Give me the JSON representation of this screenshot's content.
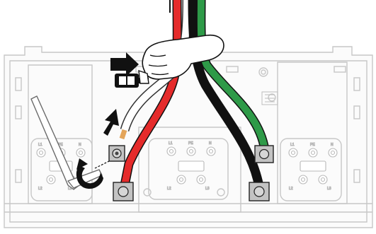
{
  "illustration": {
    "subject": "wiring-installation-diagram",
    "colors": {
      "background": "#ffffff",
      "housing_stroke": "#c7c7c7",
      "housing_fill": "#f7f7f7",
      "wire_red": "#e52b2b",
      "wire_white": "#ffffff",
      "wire_black": "#111111",
      "wire_green": "#2e9a48",
      "lug_fill": "#bdbdbd",
      "arrow": "#111111",
      "hex_key": "#ffffff",
      "wire_strip": "#e4a55a"
    },
    "terminal_blocks": [
      {
        "labels": [
          "L1",
          "PE",
          "N",
          "L2",
          "L3"
        ]
      },
      {
        "labels": [
          "L1",
          "PE",
          "N",
          "L2",
          "L3"
        ]
      },
      {
        "labels": [
          "L1",
          "PE",
          "N",
          "L2",
          "L3"
        ]
      }
    ],
    "icons": [
      "hand-icon",
      "hex-key-icon",
      "push-arrow-icon",
      "rotate-arrow-icon"
    ]
  }
}
